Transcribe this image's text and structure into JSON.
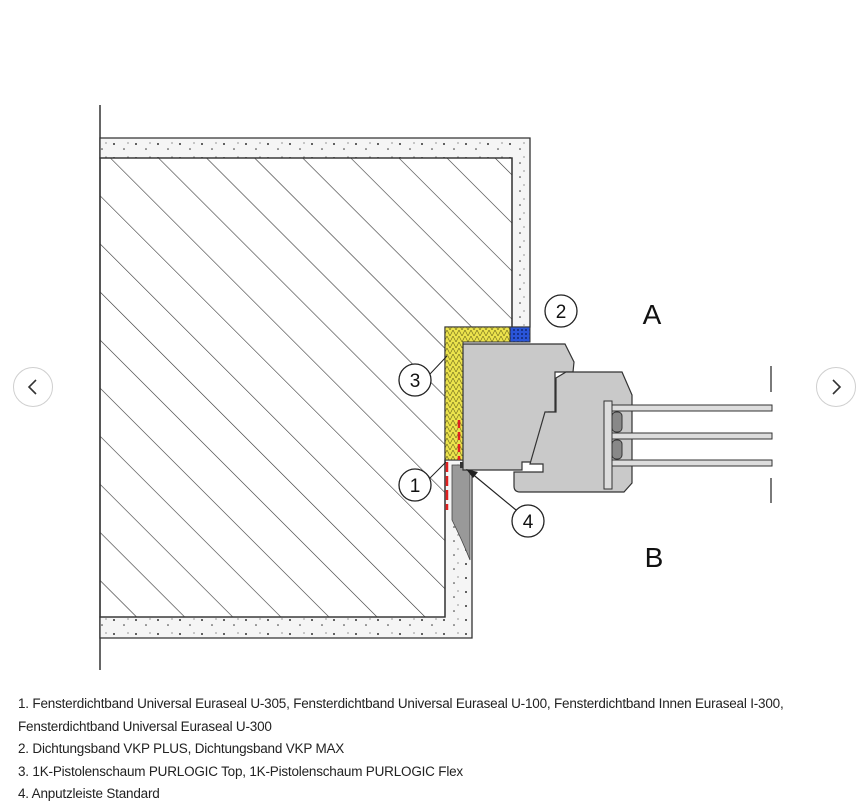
{
  "diagram": {
    "callouts": [
      "1",
      "2",
      "3",
      "4"
    ],
    "side_labels": {
      "outside": "A",
      "inside": "B"
    },
    "colors": {
      "foam": "#e8e04a",
      "tape_blue": "#2a55d8",
      "frame": "#c9c9c9",
      "plaster": "#f4f4f4",
      "seal_red": "#e02020",
      "mortar": "#9a9a9a"
    }
  },
  "carousel": {
    "prev_icon": "chevron-left-icon",
    "next_icon": "chevron-right-icon"
  },
  "caption": {
    "items": [
      "1. Fensterdichtband Universal Euraseal U-305, Fensterdichtband Universal Euraseal U-100, Fensterdichtband Innen Euraseal I-300, Fensterdichtband Universal Euraseal U-300",
      "2. Dichtungsband VKP PLUS, Dichtungsband VKP MAX",
      "3. 1K-Pistolenschaum PURLOGIC Top, 1K-Pistolenschaum PURLOGIC Flex",
      "4. Anputzleiste Standard"
    ]
  }
}
